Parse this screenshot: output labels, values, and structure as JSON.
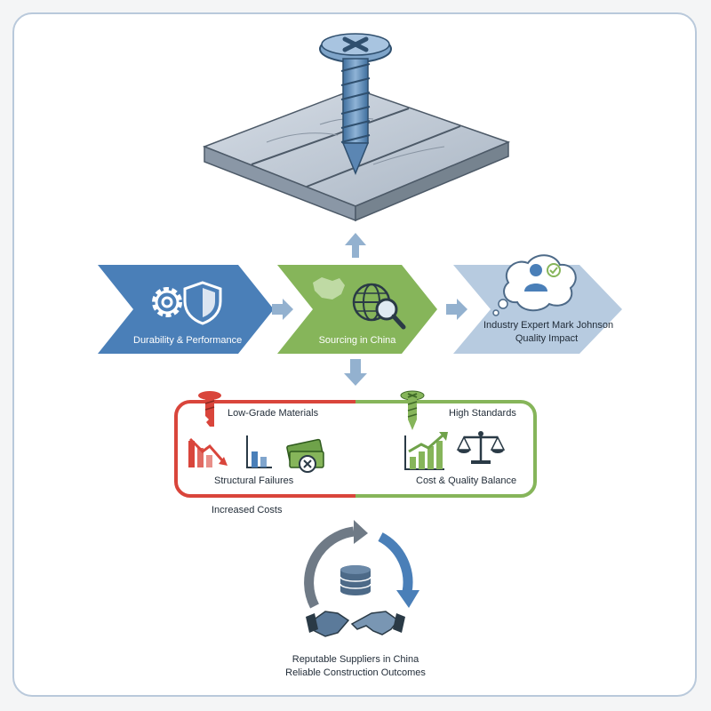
{
  "stages": [
    {
      "label": "Durability & Performance",
      "color": "#4a7fb8"
    },
    {
      "label": "Sourcing in China",
      "color": "#86b55a"
    },
    {
      "label_line1": "Industry Expert Mark Johnson",
      "label_line2": "Quality Impact",
      "color": "#b7cbe0"
    }
  ],
  "comparison": {
    "low": {
      "title": "Low-Grade Materials",
      "effect1": "Structural Failures",
      "effect2": "Increased Costs",
      "color": "#d9453b"
    },
    "high": {
      "title": "High Standards",
      "effect": "Cost & Quality Balance",
      "color": "#86b55a"
    }
  },
  "outcome": {
    "line1": "Reputable Suppliers in China",
    "line2": "Reliable Construction Outcomes"
  },
  "icons": [
    "screw-icon",
    "gear-icon",
    "shield-icon",
    "china-map-icon",
    "globe-search-icon",
    "expert-thought-icon",
    "broken-screw-icon",
    "declining-chart-icon",
    "bar-chart-icon",
    "money-cancel-icon",
    "good-screw-icon",
    "growth-chart-icon",
    "scales-icon",
    "database-icon",
    "handshake-icon",
    "cycle-arrows-icon"
  ]
}
